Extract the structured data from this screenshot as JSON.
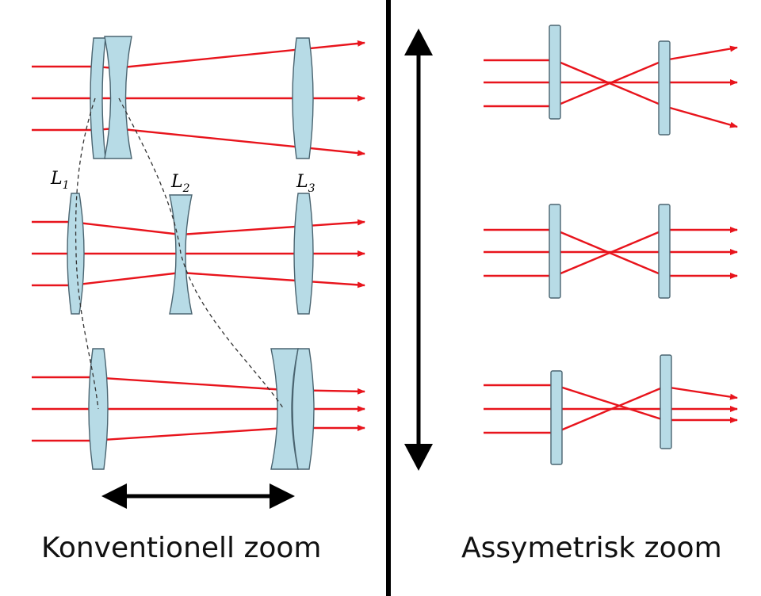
{
  "captions": {
    "left": "Konventionell zoom",
    "right": "Assymetrisk zoom"
  },
  "lens_labels": {
    "l1": {
      "letter": "L",
      "sub": "1"
    },
    "l2": {
      "letter": "L",
      "sub": "2"
    },
    "l3": {
      "letter": "L",
      "sub": "3"
    }
  },
  "colors": {
    "ray": "#e8141c",
    "lens_fill": "#b7dbe6",
    "lens_stroke": "#4a6470",
    "divider": "#000000",
    "arrow": "#000000",
    "guide": "#333333"
  }
}
